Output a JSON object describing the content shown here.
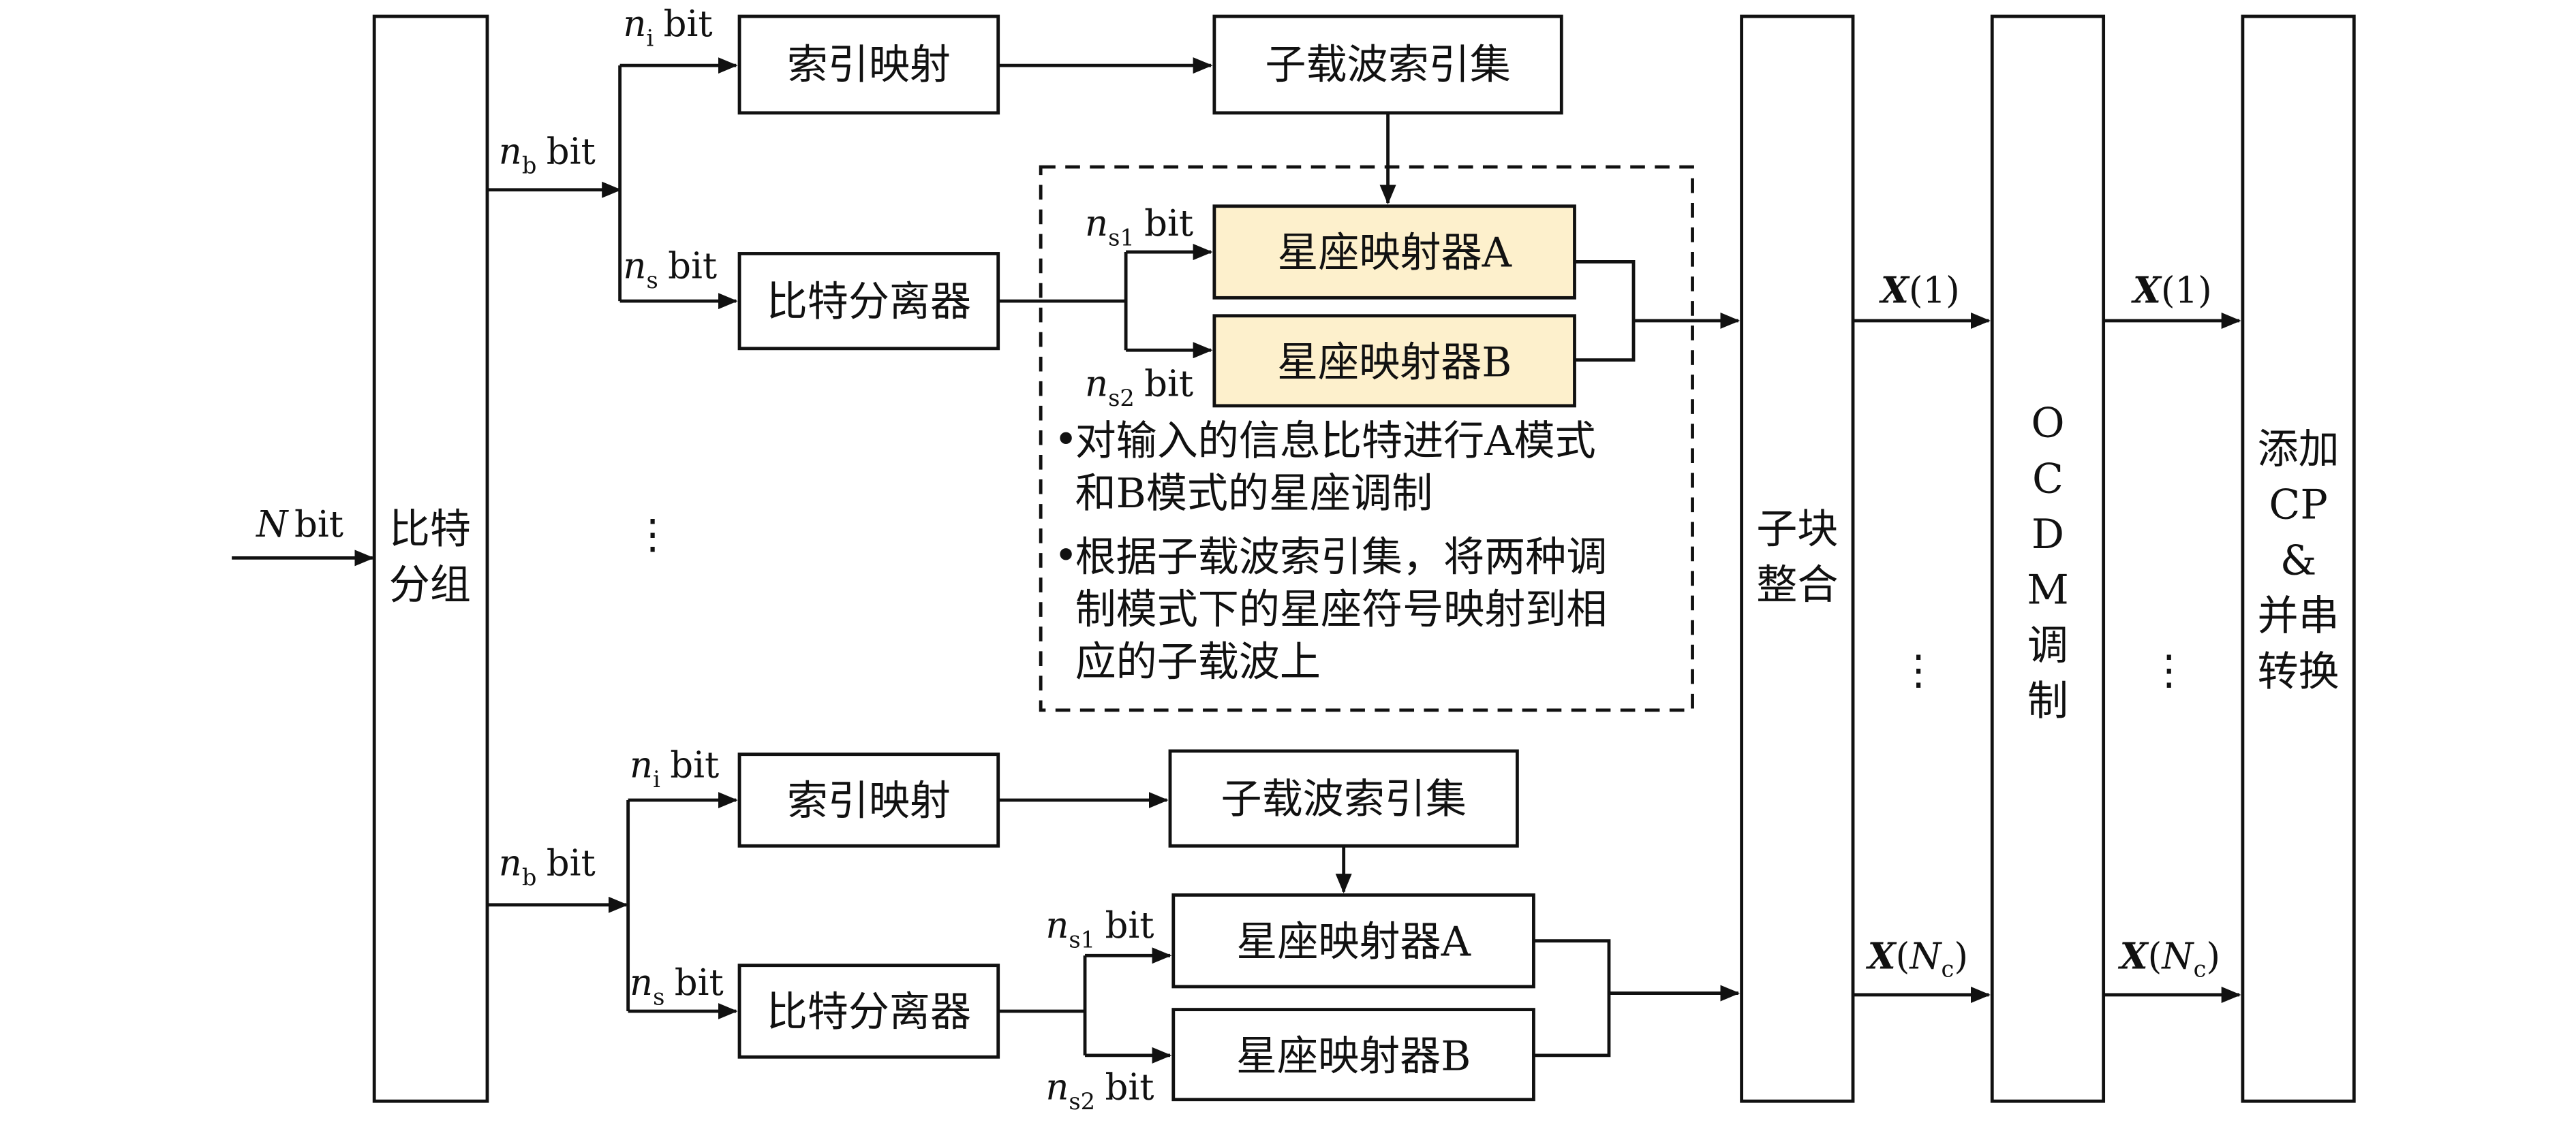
{
  "input": {
    "var": "N",
    "unit": "bit"
  },
  "blocks": {
    "bit_grouping": [
      "比特",
      "分组"
    ],
    "subblock_merge": [
      "子块",
      "整合"
    ],
    "ocdm": [
      "O",
      "C",
      "D",
      "M",
      "调",
      "制"
    ],
    "add_cp": [
      "添加",
      "CP",
      "&",
      "并串",
      "转换"
    ]
  },
  "branch_top": {
    "nb": {
      "var": "n",
      "sub": "b",
      "unit": "bit"
    },
    "ni": {
      "var": "n",
      "sub": "i",
      "unit": "bit"
    },
    "ns": {
      "var": "n",
      "sub": "s",
      "unit": "bit"
    },
    "ns1": {
      "var": "n",
      "sub": "s1",
      "unit": "bit"
    },
    "ns2": {
      "var": "n",
      "sub": "s2",
      "unit": "bit"
    },
    "index_mapping": "索引映射",
    "subcarrier_index_set": "子载波索引集",
    "bit_splitter": "比特分离器",
    "mapper_a": "星座映射器A",
    "mapper_b": "星座映射器B",
    "notes": [
      [
        "对输入的信息比特进行A模式",
        "和B模式的星座调制"
      ],
      [
        "根据子载波索引集，将两种调",
        "制模式下的星座符号映射到相",
        "应的子载波上"
      ]
    ]
  },
  "branch_bottom": {
    "nb": {
      "var": "n",
      "sub": "b",
      "unit": "bit"
    },
    "ni": {
      "var": "n",
      "sub": "i",
      "unit": "bit"
    },
    "ns": {
      "var": "n",
      "sub": "s",
      "unit": "bit"
    },
    "ns1": {
      "var": "n",
      "sub": "s1",
      "unit": "bit"
    },
    "ns2": {
      "var": "n",
      "sub": "s2",
      "unit": "bit"
    },
    "index_mapping": "索引映射",
    "subcarrier_index_set": "子载波索引集",
    "bit_splitter": "比特分离器",
    "mapper_a": "星座映射器A",
    "mapper_b": "星座映射器B"
  },
  "signals": {
    "x1": {
      "var": "X",
      "arg": "(1)"
    },
    "xnc_var": "X",
    "xnc_open": "(",
    "xnc_sub_var": "N",
    "xnc_sub": "c",
    "xnc_close": ")"
  },
  "ellipsis": "⋮",
  "bullet": "•",
  "colors": {
    "mapper_fill": "#fdf0cc",
    "line": "#111111"
  }
}
